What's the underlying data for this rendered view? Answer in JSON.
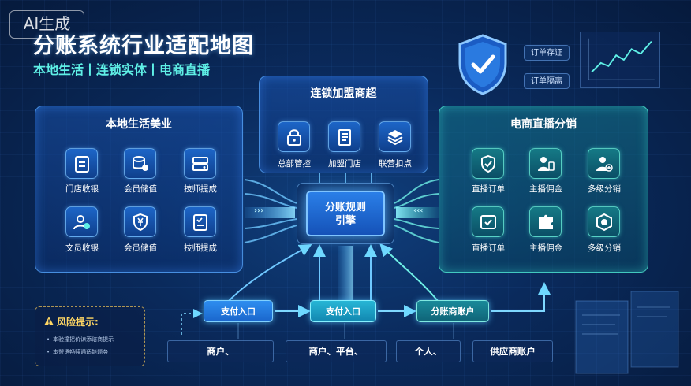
{
  "badge": "AI生成",
  "header": {
    "title": "分账系统行业适配地图",
    "subtitle": "本地生活丨连锁实体丨电商直播"
  },
  "top_right": {
    "tags": [
      "订单存证",
      "订单隔离"
    ]
  },
  "panels": {
    "local": {
      "title": "本地生活美业",
      "items": [
        {
          "label": "门店收银",
          "icon": "clipboard-icon"
        },
        {
          "label": "会员储值",
          "icon": "coin-stack-icon"
        },
        {
          "label": "技师提成",
          "icon": "server-icon"
        },
        {
          "label": "文员收银",
          "icon": "user-badge-icon"
        },
        {
          "label": "会员储值",
          "icon": "yen-shield-icon"
        },
        {
          "label": "技师提成",
          "icon": "checklist-icon"
        }
      ]
    },
    "chain": {
      "title": "连锁加盟商超",
      "items": [
        {
          "label": "总部管控",
          "icon": "lock-icon"
        },
        {
          "label": "加盟门店",
          "icon": "document-icon"
        },
        {
          "label": "联营扣点",
          "icon": "layers-icon"
        }
      ]
    },
    "ecommerce": {
      "title": "电商直播分销",
      "items": [
        {
          "label": "直播订单",
          "icon": "shield-check-icon"
        },
        {
          "label": "主播佣金",
          "icon": "person-card-icon"
        },
        {
          "label": "多级分销",
          "icon": "user-plus-icon"
        },
        {
          "label": "直播订单",
          "icon": "receipt-check-icon"
        },
        {
          "label": "主播佣金",
          "icon": "puzzle-icon"
        },
        {
          "label": "多级分销",
          "icon": "hexagon-gear-icon"
        }
      ]
    }
  },
  "engine": {
    "line1": "分账规则",
    "line2": "引擎"
  },
  "chevrons": {
    "left": "›››",
    "right": "‹‹‹"
  },
  "flow": {
    "steps": [
      "支付入口",
      "支付入口",
      "分账商账户"
    ]
  },
  "bottom": {
    "boxes": [
      "商户、",
      "商户、平台、",
      "个人、",
      "供应商账户"
    ]
  },
  "risk": {
    "title": "风险提示:",
    "lines": [
      "本验撞摇价谅添谘商提示",
      "本盟语畅赎遇适能题务"
    ]
  },
  "colors": {
    "accent_blue": "#2e8ef0",
    "accent_teal": "#5ff0e6",
    "warning": "#ffd764"
  }
}
